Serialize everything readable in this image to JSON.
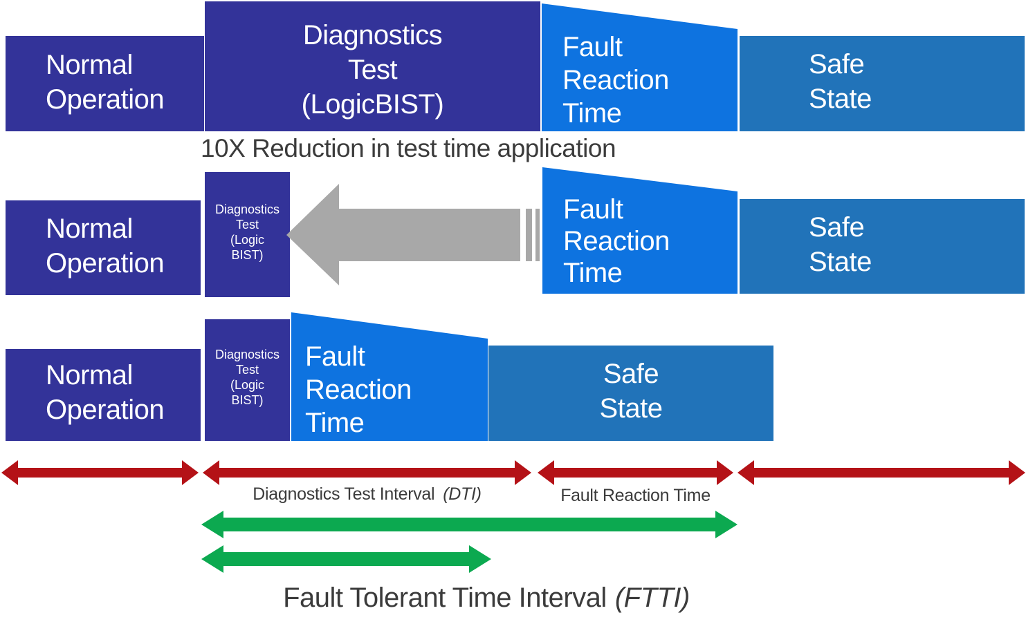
{
  "colors": {
    "dark_blue": "#333399",
    "bright_blue": "#0e73e0",
    "medium_blue": "#2173b9",
    "gray_arrow": "#a8a8a8",
    "red_arrow": "#b41217",
    "green_arrow": "#0ca950",
    "text_dark": "#3b3b3b",
    "text_white": "#ffffff"
  },
  "diagram": {
    "row1": {
      "normal_operation": [
        "Normal",
        "Operation"
      ],
      "diagnostics_test": [
        "Diagnostics",
        "Test",
        "(LogicBIST)"
      ],
      "fault_reaction_time": [
        "Fault",
        "Reaction",
        "Time"
      ],
      "safe_state": [
        "Safe",
        "State"
      ]
    },
    "reduction_note": "10X Reduction in test time application",
    "row2": {
      "normal_operation": [
        "Normal",
        "Operation"
      ],
      "diagnostics_test": [
        "Diagnostics",
        "Test",
        "(Logic",
        "BIST)"
      ],
      "fault_reaction_time": [
        "Fault",
        "Reaction",
        "Time"
      ],
      "safe_state": [
        "Safe",
        "State"
      ]
    },
    "row3": {
      "normal_operation": [
        "Normal",
        "Operation"
      ],
      "diagnostics_test": [
        "Diagnostics",
        "Test",
        "(Logic",
        "BIST)"
      ],
      "fault_reaction_time": [
        "Fault",
        "Reaction",
        "Time"
      ],
      "safe_state": [
        "Safe",
        "State"
      ]
    },
    "timeline": {
      "dti_label": "Diagnostics Test Interval",
      "dti_abbr": "(DTI)",
      "frt_label": "Fault Reaction Time",
      "ftti_label": "Fault Tolerant Time Interval",
      "ftti_abbr": "(FTTI)"
    }
  }
}
